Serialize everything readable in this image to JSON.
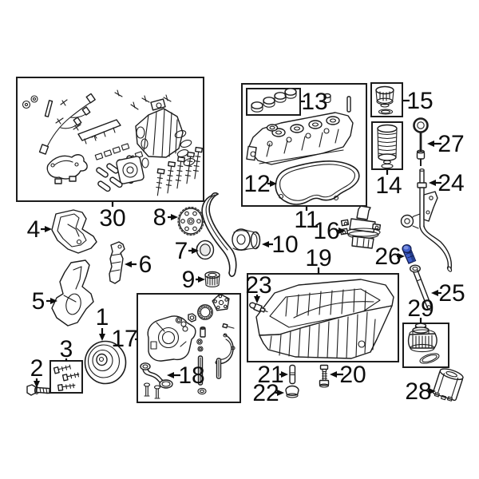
{
  "page": {
    "kind": "engine-parts-exploded-diagram"
  },
  "colors": {
    "bg": "#ffffff",
    "ink": "#1c1c1c",
    "hl": "#3d5cc9",
    "hld": "#27408f",
    "hll": "#7b90e0",
    "hlo": "#101c4e"
  },
  "highlighted_part_number": "26",
  "labels": {
    "p1": "1",
    "p2": "2",
    "p3": "3",
    "p4": "4",
    "p5": "5",
    "p6": "6",
    "p7": "7",
    "p8": "8",
    "p9": "9",
    "p10": "10",
    "p11": "11",
    "p12": "12",
    "p13": "13",
    "p14": "14",
    "p15": "15",
    "p16": "16",
    "p17": "17",
    "p18": "18",
    "p19": "19",
    "p20": "20",
    "p21": "21",
    "p22": "22",
    "p23": "23",
    "p24": "24",
    "p25": "25",
    "p26": "26",
    "p27": "27",
    "p28": "28",
    "p29": "29",
    "p30": "30"
  }
}
